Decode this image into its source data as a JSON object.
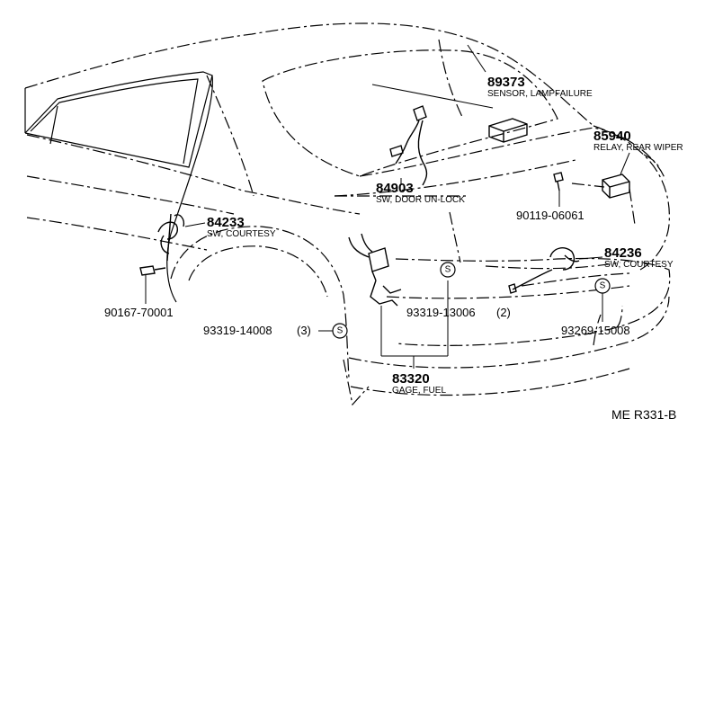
{
  "diagram_ref": "ME R331-B",
  "symbol_s": "S",
  "parts": {
    "p89373": {
      "number": "89373",
      "name": "SENSOR, LAMPFAILURE"
    },
    "p85940": {
      "number": "85940",
      "name": "RELAY, REAR WIPER"
    },
    "p84903": {
      "number": "84903",
      "name": "SW, DOOR UN-LOCK"
    },
    "p90119": {
      "number": "90119-06061"
    },
    "p84233": {
      "number": "84233",
      "name": "SW, COURTESY"
    },
    "p84236": {
      "number": "84236",
      "name": "SW, COURTESY"
    },
    "p90167": {
      "number": "90167-70001"
    },
    "p93319a": {
      "number": "93319-14008",
      "qty": "(3)"
    },
    "p93319b": {
      "number": "93319-13006",
      "qty": "(2)"
    },
    "p93269": {
      "number": "93269-15008"
    },
    "p83320": {
      "number": "83320",
      "name": "GAGE, FUEL"
    }
  }
}
